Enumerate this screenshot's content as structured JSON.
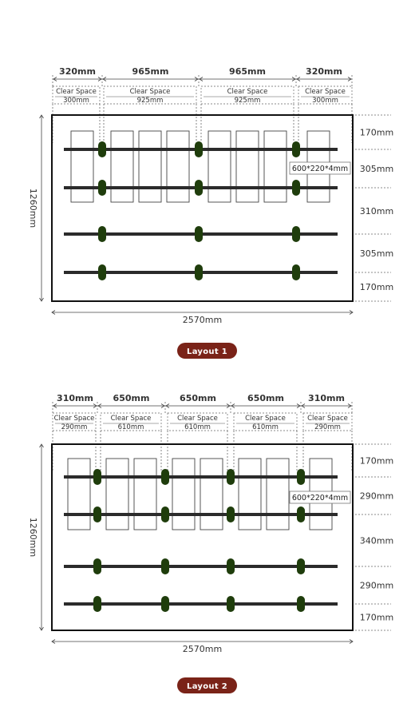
{
  "layouts": [
    {
      "button": "Layout 1",
      "top_dims": [
        "320mm",
        "965mm",
        "965mm",
        "320mm"
      ],
      "clear_space_label": "Clear Space",
      "clear_values": [
        "300mm",
        "925mm",
        "925mm",
        "300mm"
      ],
      "right_dims": [
        "170mm",
        "305mm",
        "310mm",
        "305mm",
        "170mm"
      ],
      "height_label": "1260mm",
      "width_label": "2570mm",
      "pad_label": "600*220*4mm"
    },
    {
      "button": "Layout 2",
      "top_dims": [
        "310mm",
        "650mm",
        "650mm",
        "650mm",
        "310mm"
      ],
      "clear_space_label": "Clear Space",
      "clear_values": [
        "290mm",
        "610mm",
        "610mm",
        "610mm",
        "290mm"
      ],
      "right_dims": [
        "170mm",
        "290mm",
        "340mm",
        "290mm",
        "170mm"
      ],
      "height_label": "1260mm",
      "width_label": "2570mm",
      "pad_label": "600*220*4mm"
    }
  ],
  "colors": {
    "frame": "#111111",
    "rail": "#2b2b2b",
    "post": "#1f3d0c",
    "button_bg": "#7a2318",
    "dash": "#666666"
  }
}
